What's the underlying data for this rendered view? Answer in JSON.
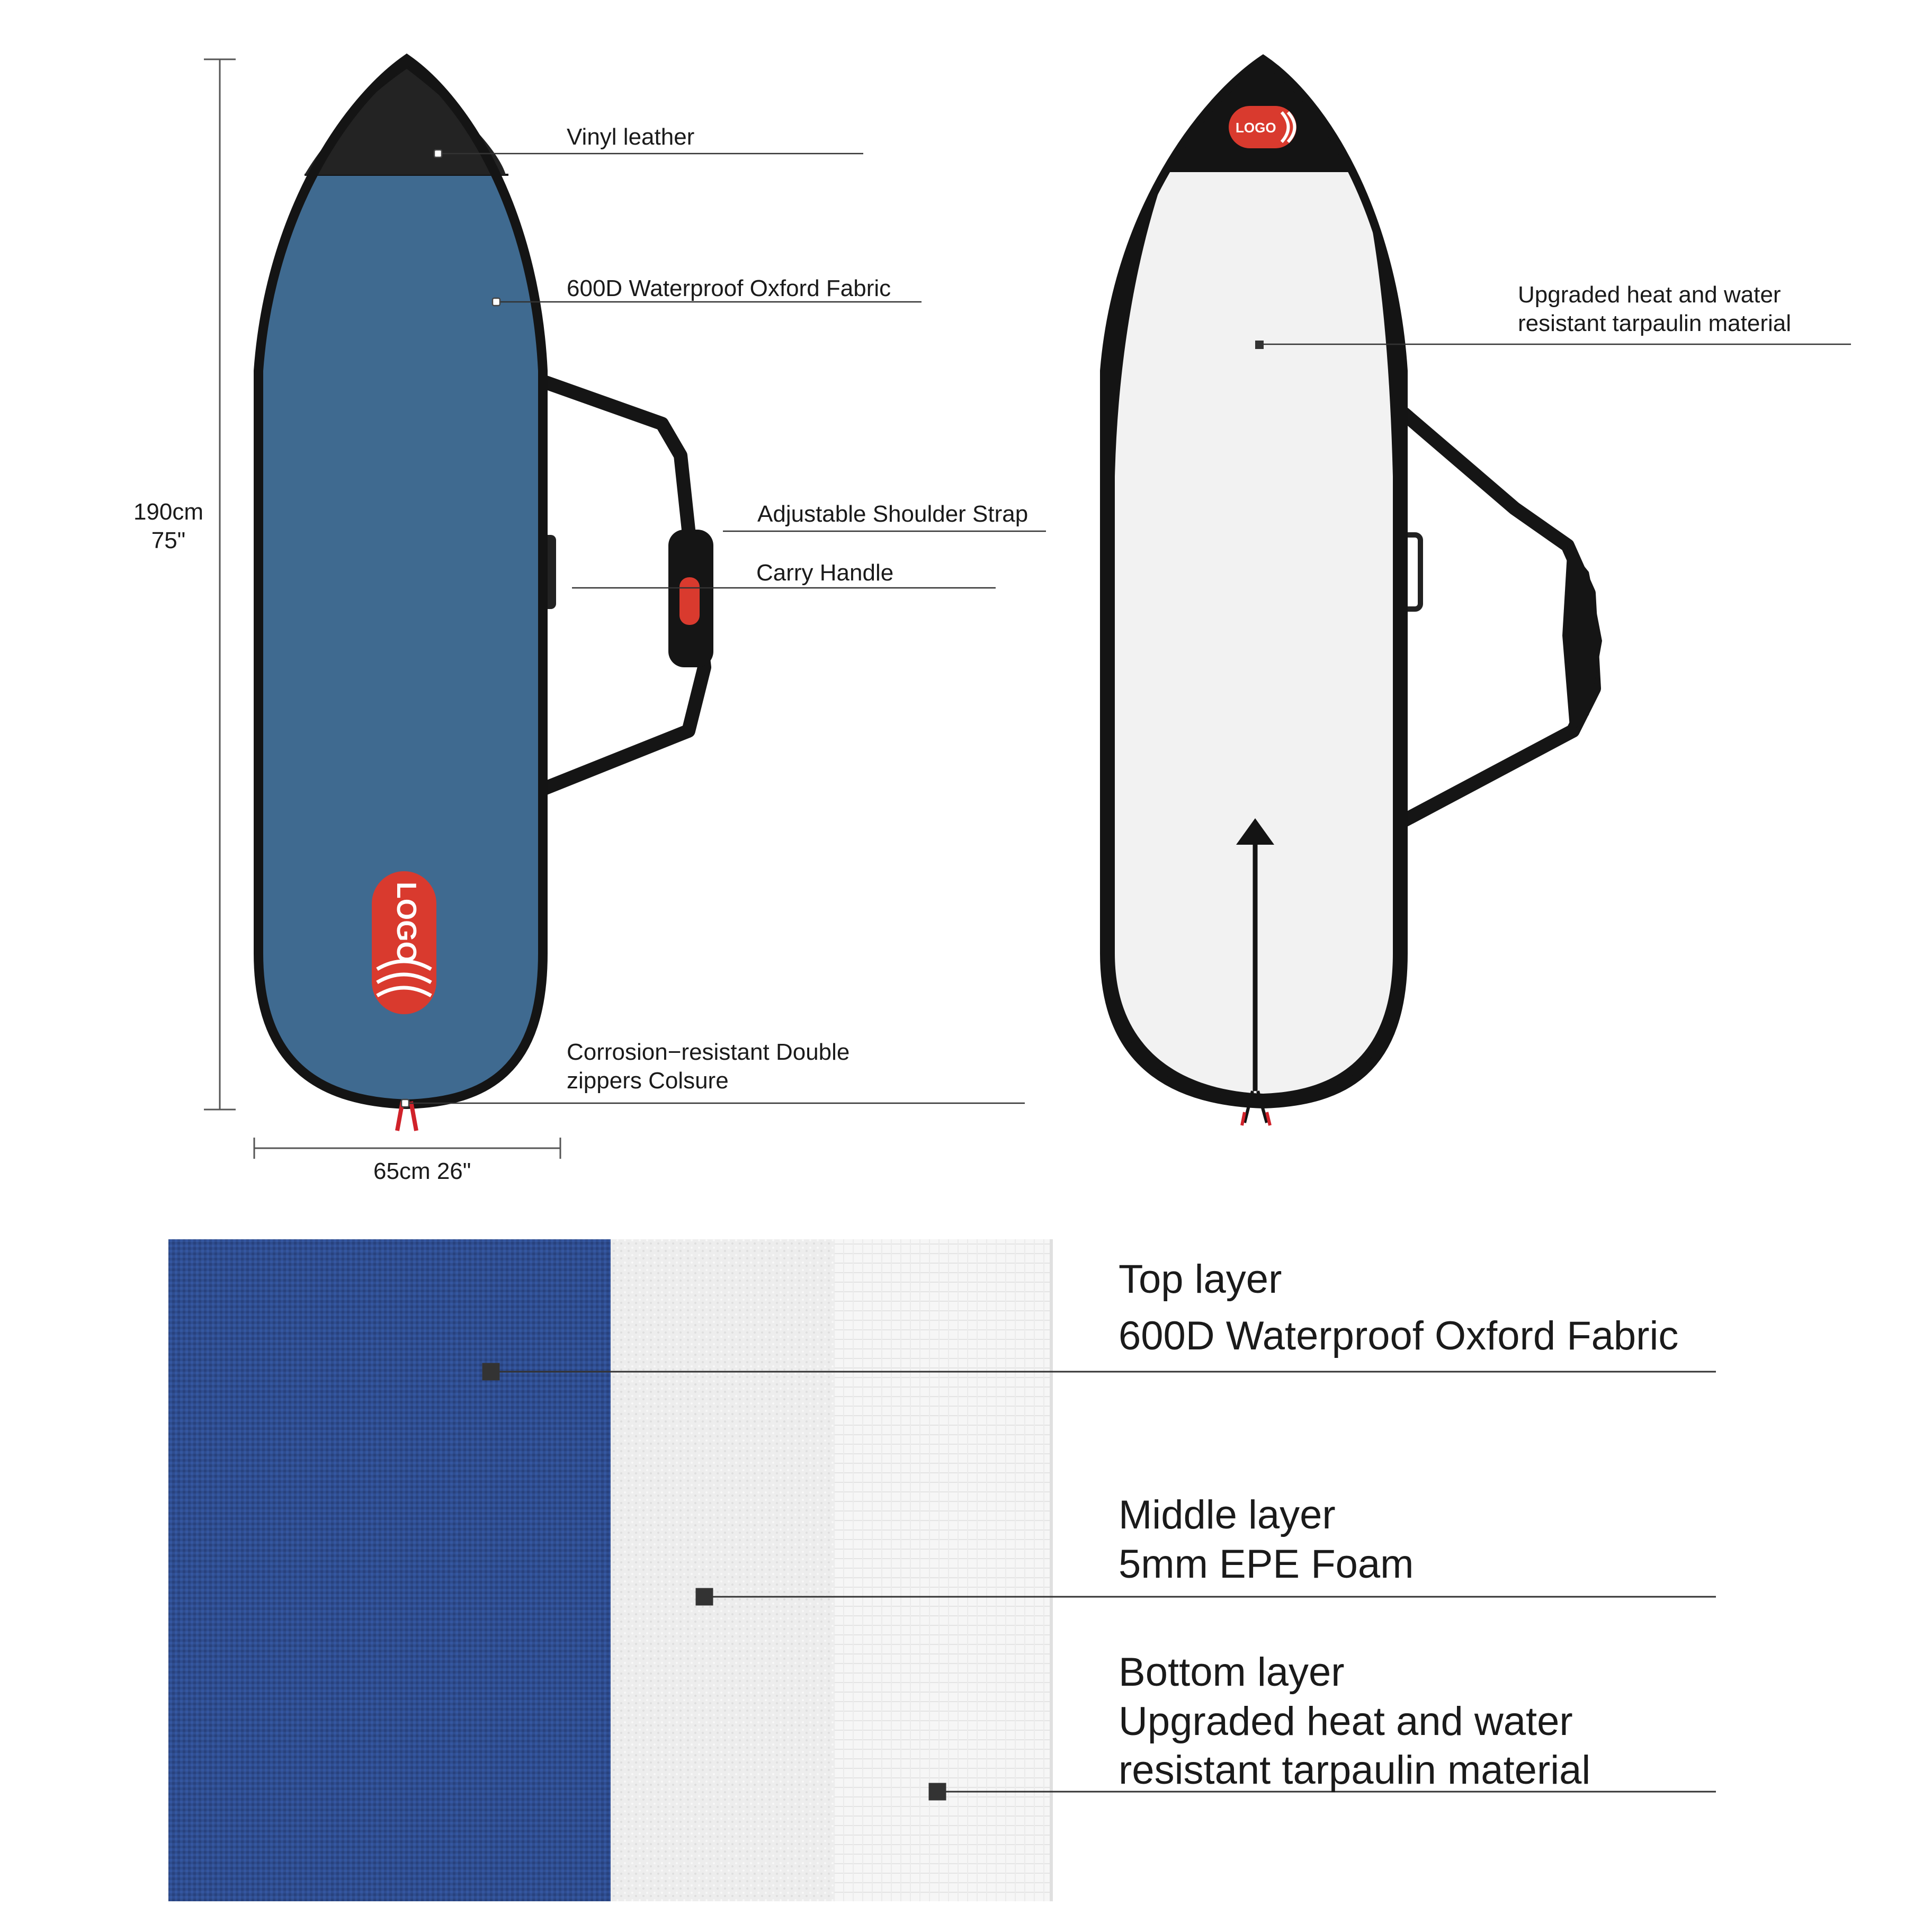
{
  "dimensions": {
    "height_cm": "190cm",
    "height_in": "75\"",
    "width": "65cm  26\""
  },
  "front_bag": {
    "callouts": {
      "vinyl": "Vinyl leather",
      "fabric": "600D Waterproof Oxford Fabric",
      "strap": "Adjustable Shoulder Strap",
      "handle": "Carry Handle",
      "zipper_line1": "Corrosion−resistant Double",
      "zipper_line2": "zippers Colsure"
    },
    "logo_text": "LOGO"
  },
  "back_bag": {
    "callout_line1": "Upgraded heat and water",
    "callout_line2": "resistant tarpaulin material",
    "logo_text": "LOGO"
  },
  "layers": {
    "top_title": "Top layer",
    "top_desc": "600D Waterproof Oxford Fabric",
    "middle_title": "Middle layer",
    "middle_desc": "5mm EPE Foam",
    "bottom_title": "Bottom layer",
    "bottom_desc1": "Upgraded heat and water",
    "bottom_desc2": "resistant tarpaulin material"
  },
  "colors": {
    "front_fabric": "#3f6a90",
    "layer_blue": "#2e4a8c",
    "logo_red": "#d93a2e",
    "trim_black": "#141414"
  }
}
